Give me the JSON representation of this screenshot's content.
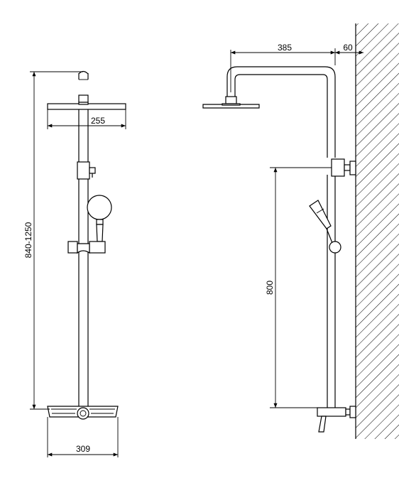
{
  "front_view": {
    "height_dim": "840-1250",
    "head_dim": "255",
    "base_dim": "309"
  },
  "side_view": {
    "arm_dim": "385",
    "wall_dim": "60",
    "outlet_height_dim": "800"
  }
}
